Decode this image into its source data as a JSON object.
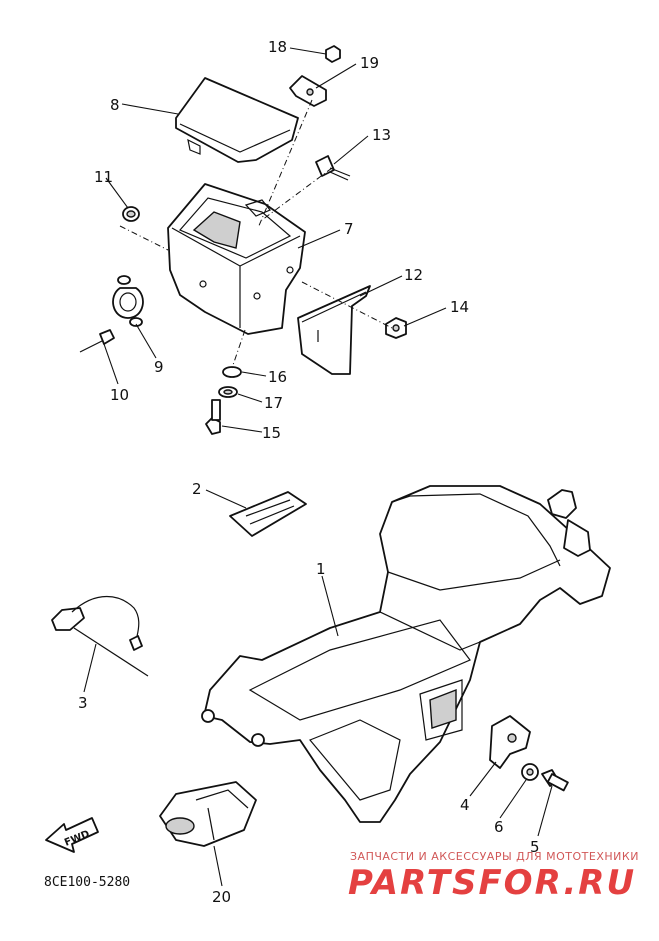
{
  "diagram": {
    "callouts": [
      {
        "id": "1",
        "text": "1"
      },
      {
        "id": "2",
        "text": "2"
      },
      {
        "id": "3",
        "text": "3"
      },
      {
        "id": "4",
        "text": "4"
      },
      {
        "id": "5",
        "text": "5"
      },
      {
        "id": "6",
        "text": "6"
      },
      {
        "id": "7",
        "text": "7"
      },
      {
        "id": "8",
        "text": "8"
      },
      {
        "id": "9",
        "text": "9"
      },
      {
        "id": "10",
        "text": "10"
      },
      {
        "id": "11",
        "text": "11"
      },
      {
        "id": "12",
        "text": "12"
      },
      {
        "id": "13",
        "text": "13"
      },
      {
        "id": "14",
        "text": "14"
      },
      {
        "id": "15",
        "text": "15"
      },
      {
        "id": "16",
        "text": "16"
      },
      {
        "id": "17",
        "text": "17"
      },
      {
        "id": "18",
        "text": "18"
      },
      {
        "id": "19",
        "text": "19"
      },
      {
        "id": "20",
        "text": "20"
      }
    ],
    "diagram_code": "8CE100-5280",
    "fwd_label": "FWD"
  },
  "watermark": {
    "tagline": "ЗАПЧАСТИ И АКСЕССУАРЫ ДЛЯ МОТОТЕХНИКИ",
    "brand": "PARTSFOR.RU",
    "color": "#e01f1f"
  }
}
